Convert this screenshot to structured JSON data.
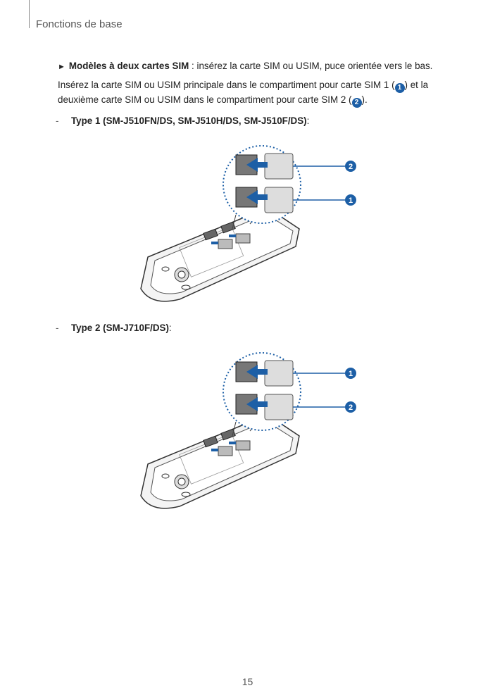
{
  "header": {
    "section_title": "Fonctions de base"
  },
  "dual_sim": {
    "lead_bold": "Modèles à deux cartes SIM",
    "lead_rest": " : insérez la carte SIM ou USIM, puce orientée vers le bas.",
    "para_part1": "Insérez la carte SIM ou USIM principale dans le compartiment pour carte SIM 1 (",
    "para_part2": ") et la",
    "para_part3": "deuxième carte SIM ou USIM dans le compartiment pour carte SIM 2 (",
    "para_part4": ")."
  },
  "callout_1": "1",
  "callout_2": "2",
  "type1": {
    "dash": "-",
    "label": "Type 1 (SM-J510FN/DS, SM-J510H/DS, SM-J510F/DS)",
    "colon": ":"
  },
  "type2": {
    "dash": "-",
    "label": "Type 2 (SM-J710F/DS)",
    "colon": ":"
  },
  "figure1": {
    "top_callout": "2",
    "bottom_callout": "1"
  },
  "figure2": {
    "top_callout": "1",
    "bottom_callout": "2"
  },
  "footer": {
    "page_number": "15"
  },
  "colors": {
    "accent": "#1d5fa6",
    "dotted_circle": "#1d5fa6"
  }
}
